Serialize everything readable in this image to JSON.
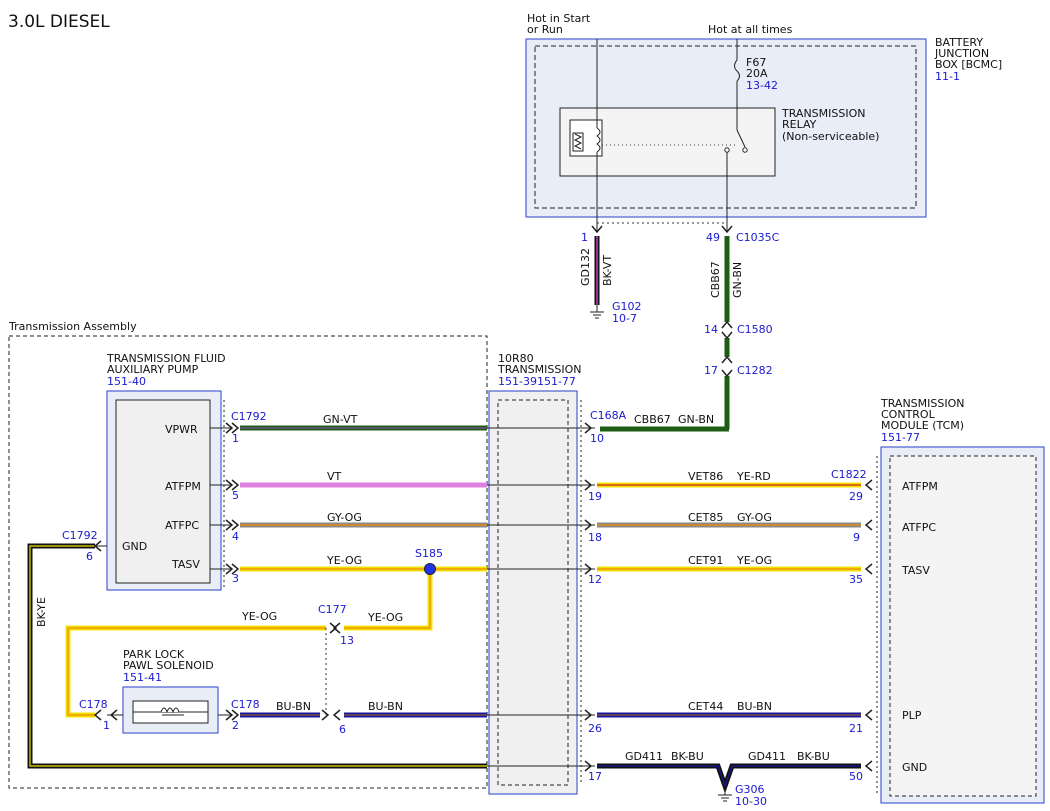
{
  "title": "3.0L DIESEL",
  "bjb": {
    "hot_start_1": "Hot in Start",
    "hot_start_2": "or Run",
    "hot_all": "Hot at all times",
    "name1": "BATTERY",
    "name2": "JUNCTION",
    "name3": "BOX [BCMC]",
    "ref": "11-1",
    "fuse_name": "F67",
    "fuse_amp": "20A",
    "fuse_ref": "13-42",
    "relay1": "TRANSMISSION",
    "relay2": "RELAY",
    "relay3": "(Non-serviceable)"
  },
  "upper_wires": {
    "pin1": "1",
    "pin49": "49",
    "conn_c1035c": "C1035C",
    "gd132": "GD132",
    "bk_vt": "BK-VT",
    "g102": "G102",
    "g102_ref": "10-7",
    "cbb67": "CBB67",
    "gn_bn": "GN-BN",
    "pin14": "14",
    "c1580": "C1580",
    "pin17": "17",
    "c1282": "C1282"
  },
  "assembly": {
    "label": "Transmission Assembly",
    "pump1": "TRANSMISSION FLUID",
    "pump2": "AUXILIARY PUMP",
    "pump_ref": "151-40",
    "vpwr": "VPWR",
    "atfpm": "ATFPM",
    "atfpc": "ATFPC",
    "tasv": "TASV",
    "gnd": "GND",
    "c1792_top": "C1792",
    "c1792_left": "C1792",
    "p1": "1",
    "p5": "5",
    "p4": "4",
    "p3": "3",
    "p6_left": "6",
    "w_gnvt": "GN-VT",
    "w_vt": "VT",
    "w_gyog": "GY-OG",
    "w_yeog": "YE-OG",
    "s185": "S185",
    "bkye": "BK-YE",
    "w_yeog2": "YE-OG",
    "c177": "C177",
    "w_yeog3": "YE-OG",
    "p13": "13",
    "park1": "PARK LOCK",
    "park2": "PAWL SOLENOID",
    "park_ref": "151-41",
    "c178_left": "C178",
    "p1_c178": "1",
    "c178_right": "C178",
    "p2": "2",
    "w_bubn": "BU-BN",
    "p6": "6",
    "w_bubn2": "BU-BN"
  },
  "trans": {
    "name1": "10R80",
    "name2": "TRANSMISSION",
    "ref": "151-39151-77",
    "c168a": "C168A",
    "cbb67": "CBB67",
    "gn_bn": "GN-BN",
    "p10": "10",
    "p19": "19",
    "p18": "18",
    "p12": "12",
    "p26": "26",
    "p17": "17"
  },
  "tcm_wires": {
    "vet86": "VET86",
    "ye_rd": "YE-RD",
    "c1822": "C1822",
    "p29": "29",
    "cet85": "CET85",
    "gy_og": "GY-OG",
    "p9": "9",
    "cet91": "CET91",
    "ye_og": "YE-OG",
    "p35": "35",
    "cet44": "CET44",
    "bu_bn": "BU-BN",
    "p21": "21",
    "gd411a": "GD411",
    "bkbu_a": "BK-BU",
    "gd411b": "GD411",
    "bkbu_b": "BK-BU",
    "p50": "50",
    "g306": "G306",
    "g306_ref": "10-30"
  },
  "tcm": {
    "name1": "TRANSMISSION",
    "name2": "CONTROL",
    "name3": "MODULE (TCM)",
    "ref": "151-77",
    "atfpm": "ATFPM",
    "atfpc": "ATFPC",
    "tasv": "TASV",
    "plp": "PLP",
    "gnd": "GND"
  }
}
